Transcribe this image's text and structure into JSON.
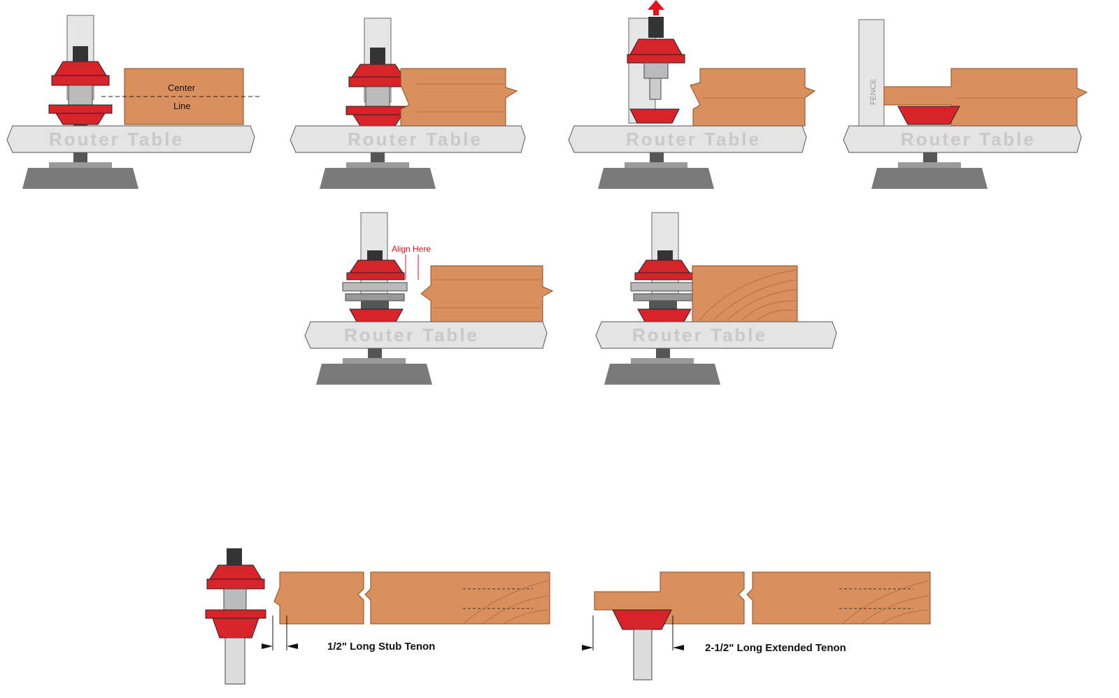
{
  "labels": {
    "router_table": "Router Table",
    "center_line_1": "Center",
    "center_line_2": "Line",
    "fence": "FENCE",
    "align_here": "Align Here",
    "stub_tenon": "1/2\" Long Stub Tenon",
    "extended_tenon": "2-1/2\" Long Extended Tenon"
  },
  "colors": {
    "cutter_red": "#d8232a",
    "wood": "#d9905c",
    "table_gray": "#e4e4e4",
    "base_gray": "#7a7a7a",
    "shank": "#dcdcdc"
  }
}
